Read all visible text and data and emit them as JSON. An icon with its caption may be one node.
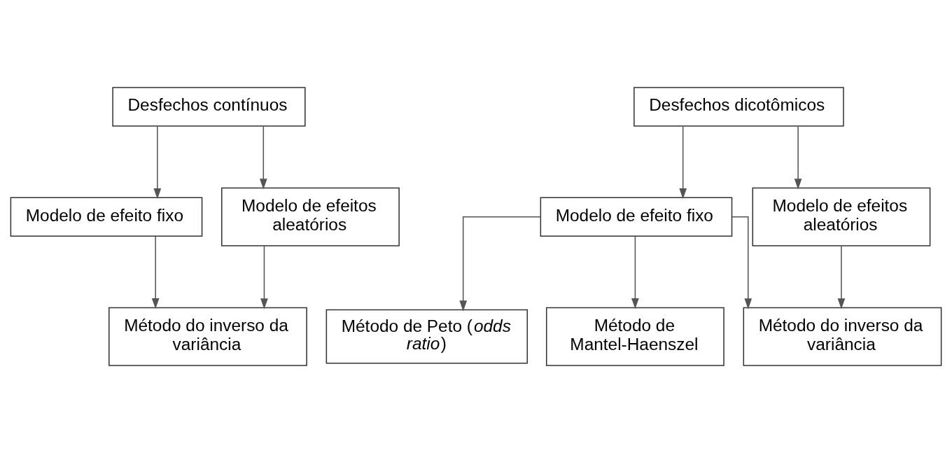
{
  "diagram": {
    "nodes": [
      {
        "text": [
          "Desfechos contínuos"
        ]
      },
      {
        "text": [
          "Desfechos dicotômicos"
        ]
      },
      {
        "text": [
          "Modelo de efeito fixo"
        ]
      },
      {
        "text": [
          "Modelo de efeitos aleatórios"
        ]
      },
      {
        "text": [
          "Modelo de efeito fixo"
        ]
      },
      {
        "text": [
          "Modelo de efeitos aleatórios"
        ]
      },
      {
        "text": [
          "Método do inverso da variância"
        ]
      },
      {
        "text": [
          "Método de Peto (*odds ratio*)"
        ]
      },
      {
        "text": [
          "Método de Mantel-Haenszel"
        ]
      },
      {
        "text": [
          "Método do inverso da variância"
        ]
      }
    ],
    "edges": [
      {
        "from": 0,
        "to": 2,
        "arrow": "to"
      },
      {
        "from": 0,
        "to": 3,
        "arrow": "to"
      },
      {
        "from": 1,
        "to": 4,
        "arrow": "to"
      },
      {
        "from": 1,
        "to": 5,
        "arrow": "to"
      },
      {
        "from": 2,
        "to": 6,
        "arrow": "to"
      },
      {
        "from": 3,
        "to": 6,
        "arrow": "to"
      },
      {
        "from": 4,
        "to": 7,
        "arrow": "to"
      },
      {
        "from": 4,
        "to": 8,
        "arrow": "to"
      },
      {
        "from": 4,
        "to": 9,
        "arrow": "to"
      },
      {
        "from": 5,
        "to": 9,
        "arrow": "to"
      }
    ]
  }
}
